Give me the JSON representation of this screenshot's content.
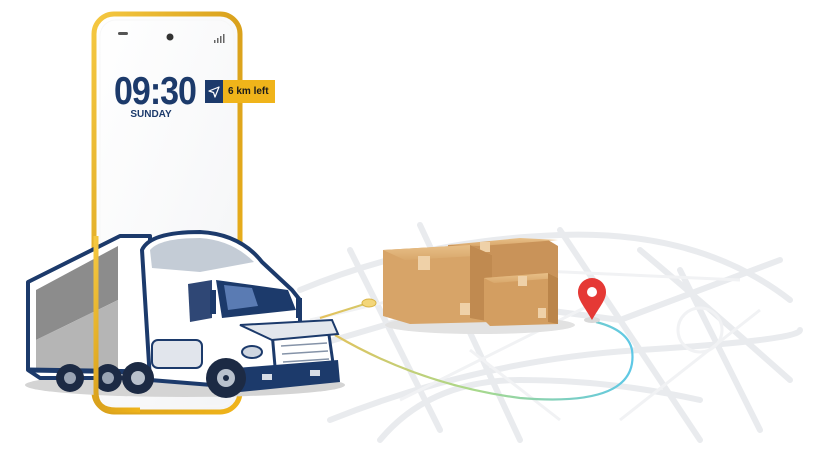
{
  "phone": {
    "time": "09:30",
    "day": "SUNDAY",
    "nav_chip": {
      "distance_text": "6 km left",
      "icon": "navigation-arrow-icon"
    }
  },
  "colors": {
    "navy": "#1c3a6b",
    "gold": "#f0b41a",
    "box": "#d7a468",
    "pin": "#e53935",
    "route_start": "#e6c15a",
    "route_end": "#5ec8e6"
  },
  "icons": [
    "camera-icon",
    "speaker-icon",
    "signal-icon",
    "navigation-arrow-icon",
    "location-pin-icon",
    "truck-illustration",
    "cardboard-boxes-illustration"
  ]
}
